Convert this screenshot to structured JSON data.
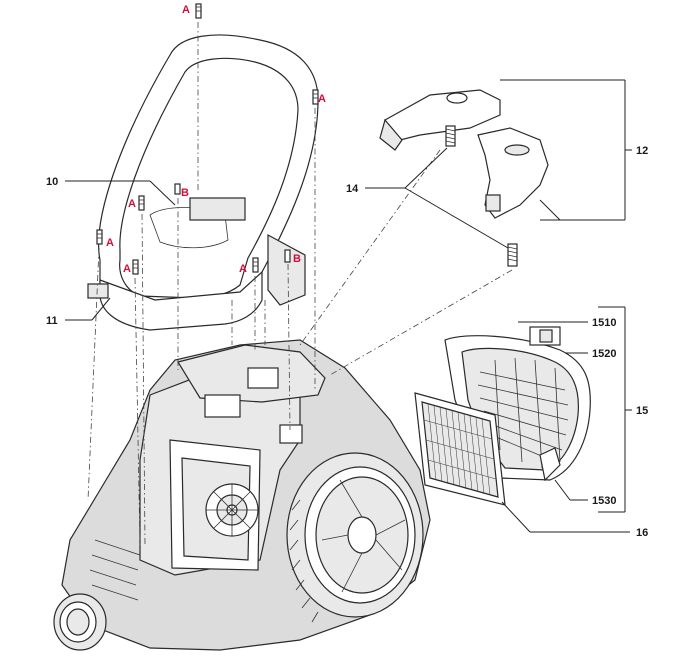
{
  "callouts": {
    "c10": "10",
    "c11": "11",
    "c12": "12",
    "c14": "14",
    "c15": "15",
    "c16": "16",
    "c1510": "1510",
    "c1520": "1520",
    "c1530": "1530"
  },
  "screw_labels": {
    "a": "A",
    "b": "B"
  },
  "colors": {
    "callout_text": "#1a1a1a",
    "screw_label": "#d0103a",
    "body_fill": "#dcdcdc",
    "line": "#222222"
  }
}
